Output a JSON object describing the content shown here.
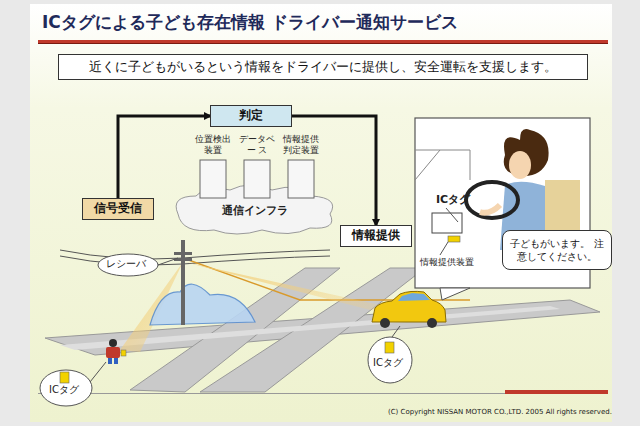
{
  "diagram": {
    "title": "ICタグによる子ども存在情報 ドライバー通知サービス",
    "nodes": [
      {
        "text": [
          "近くに子どもがいるという情報をドライバーに提供し、安全運転を支援します。"
        ]
      },
      {
        "text": [
          "判定"
        ]
      },
      {
        "text": [
          "信号受信"
        ]
      },
      {
        "text": [
          "情報提供"
        ]
      },
      {
        "text": [
          "子どもがいます。 注意してください。"
        ]
      }
    ],
    "edges": [
      {
        "from": 2,
        "to": 1,
        "arrow": "to"
      },
      {
        "from": 1,
        "to": 3,
        "arrow": "to"
      }
    ],
    "labels": [
      "位置検出 装置",
      "データベー ス",
      "情報提供 判定装置",
      "通信インフラ",
      "レシーバ",
      "ICタグ",
      "ICタグ",
      "ICタグ",
      "情報提供装置",
      "(C) Copyright NISSAN MOTOR CO.,LTD. 2005 All rights reserved."
    ]
  }
}
